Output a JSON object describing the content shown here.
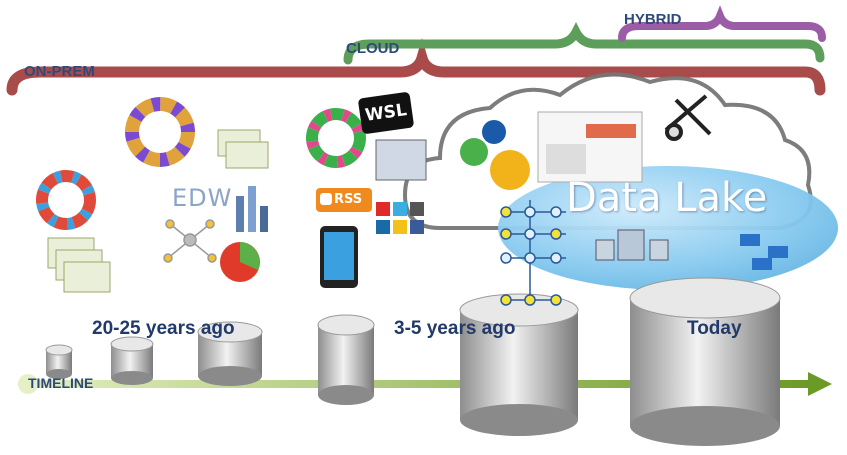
{
  "eras": {
    "on_prem": "ON-PREM",
    "cloud": "CLOUD",
    "hybrid": "HYBRID"
  },
  "periods": {
    "past": "20-25 years ago",
    "recent": "3-5 years ago",
    "today": "Today"
  },
  "timeline_label": "TIMELINE",
  "data_lake_title": "Data Lake",
  "edw_label": "EDW",
  "wsl_label": "WSL",
  "rss_label": "RSS",
  "colors": {
    "on_prem": "#a94b4b",
    "cloud": "#5e9e5b",
    "hybrid": "#9a5da6",
    "lake": "#7cc4ec",
    "timeline": "#7fa63a",
    "text": "#2f4a7a"
  },
  "icons": [
    "erp-wheel-icon",
    "spreadsheet-icon",
    "bar-chart-icon",
    "pie-chart-icon",
    "network-icon",
    "rss-icon",
    "smartphone-icon",
    "social-media-icon",
    "gear-icon",
    "dashboard-icon",
    "tools-icon",
    "database-icon",
    "cloud-icon"
  ]
}
